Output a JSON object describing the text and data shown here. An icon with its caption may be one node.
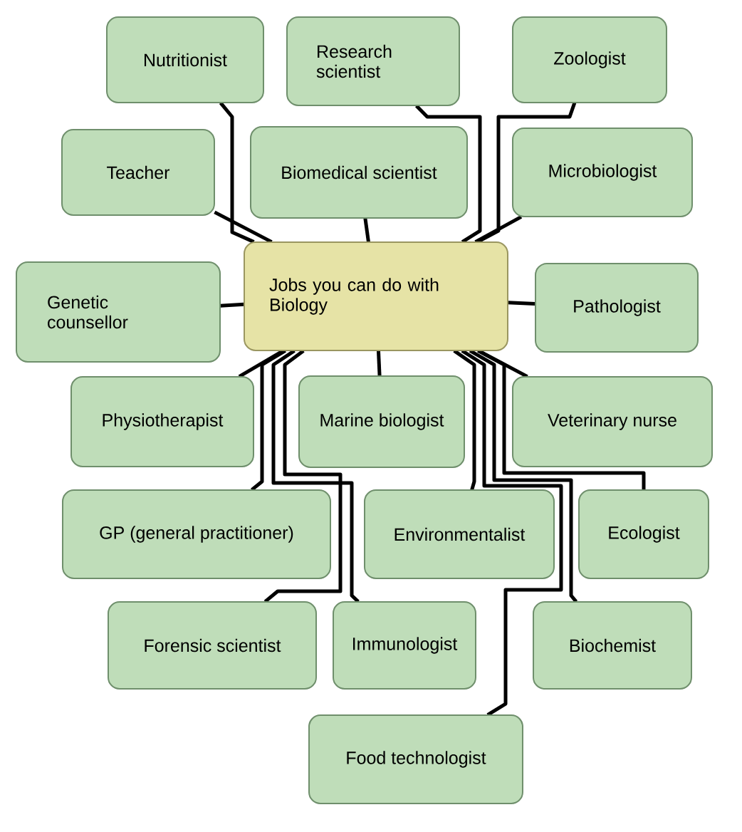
{
  "diagram": {
    "nodes": [
      {
        "text": [
          "Jobs you can do with Biology"
        ]
      },
      {
        "text": [
          "Nutritionist"
        ]
      },
      {
        "text": [
          "Research scientist"
        ]
      },
      {
        "text": [
          "Zoologist"
        ]
      },
      {
        "text": [
          "Teacher"
        ]
      },
      {
        "text": [
          "Biomedical scientist"
        ]
      },
      {
        "text": [
          "Microbiologist"
        ]
      },
      {
        "text": [
          "Genetic counsellor"
        ]
      },
      {
        "text": [
          "Pathologist"
        ]
      },
      {
        "text": [
          "Physiotherapist"
        ]
      },
      {
        "text": [
          "Marine biologist"
        ]
      },
      {
        "text": [
          "Veterinary nurse"
        ]
      },
      {
        "text": [
          "GP (general practitioner)"
        ]
      },
      {
        "text": [
          "Environmentalist"
        ]
      },
      {
        "text": [
          "Ecologist"
        ]
      },
      {
        "text": [
          "Forensic scientist"
        ]
      },
      {
        "text": [
          "Immunologist"
        ]
      },
      {
        "text": [
          "Biochemist"
        ]
      },
      {
        "text": [
          "Food technologist"
        ]
      }
    ],
    "edges": [
      {
        "from": 0,
        "to": 1,
        "arrow": "none"
      },
      {
        "from": 0,
        "to": 2,
        "arrow": "none"
      },
      {
        "from": 0,
        "to": 3,
        "arrow": "none"
      },
      {
        "from": 0,
        "to": 4,
        "arrow": "none"
      },
      {
        "from": 0,
        "to": 5,
        "arrow": "none"
      },
      {
        "from": 0,
        "to": 6,
        "arrow": "none"
      },
      {
        "from": 0,
        "to": 7,
        "arrow": "none"
      },
      {
        "from": 0,
        "to": 8,
        "arrow": "none"
      },
      {
        "from": 0,
        "to": 9,
        "arrow": "none"
      },
      {
        "from": 0,
        "to": 10,
        "arrow": "none"
      },
      {
        "from": 0,
        "to": 11,
        "arrow": "none"
      },
      {
        "from": 0,
        "to": 12,
        "arrow": "none"
      },
      {
        "from": 0,
        "to": 13,
        "arrow": "none"
      },
      {
        "from": 0,
        "to": 14,
        "arrow": "none"
      },
      {
        "from": 0,
        "to": 15,
        "arrow": "none"
      },
      {
        "from": 0,
        "to": 16,
        "arrow": "none"
      },
      {
        "from": 0,
        "to": 17,
        "arrow": "none"
      },
      {
        "from": 0,
        "to": 18,
        "arrow": "none"
      }
    ]
  }
}
